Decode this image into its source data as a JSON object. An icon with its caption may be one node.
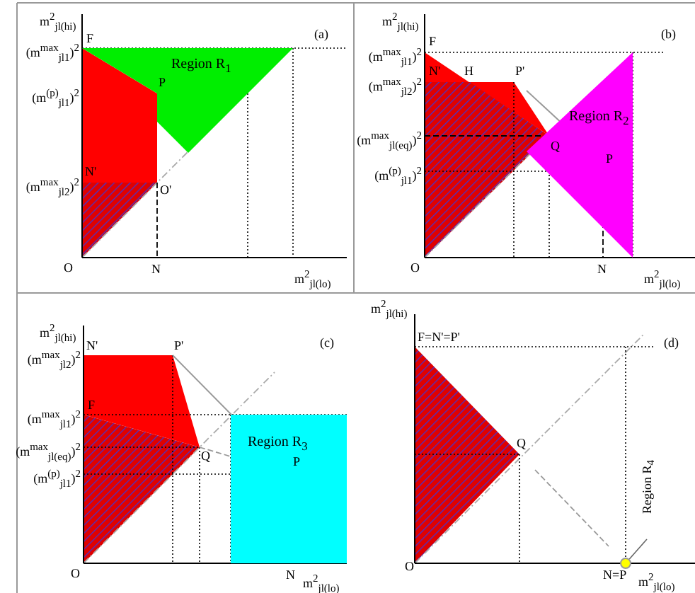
{
  "diagram": {
    "nodes": [
      {
        "text": [
          "Region R$_{1}$"
        ]
      },
      {
        "text": [
          "Region R$_{2}$"
        ]
      },
      {
        "text": [
          "Region R$_{3}$"
        ]
      },
      {
        "text": [
          "Region R$_{4}$"
        ]
      },
      {
        "text": [],
        "shape": "circle"
      }
    ],
    "edges": [
      {
        "from": 3,
        "to": 4,
        "arrow": "none"
      }
    ],
    "labels": [
      "m$^{2}$$_{jl(hi)}$",
      "F",
      "(a)",
      "(m$^{max}$$_{jl1}$)$^{2}$",
      "P",
      "(m$^{(p)}$$_{jl1}$)$^{2}$",
      "N'",
      "(m$^{max}$$_{jl2}$)$^{2}$",
      "O'",
      "O",
      "N",
      "m$^{2}$$_{jl(lo)}$",
      "m$^{2}$$_{jl(hi)}$",
      "(b)",
      "F",
      "(m$^{max}$$_{jl1}$)$^{2}$",
      "N'",
      "H",
      "P'",
      "(m$^{max}$$_{jl2}$)$^{2}$",
      "(m$^{max}$$_{jl(eq)}$)$^{2}$",
      "Q",
      "P",
      "(m$^{(p)}$$_{jl1}$)$^{2}$",
      "O",
      "N",
      "m$^{2}$$_{jl(lo)}$",
      "m$^{2}$$_{jl(hi)}$",
      "N'",
      "P'",
      "(c)",
      "(m$^{max}$$_{jl2}$)$^{2}$",
      "F",
      "(m$^{max}$$_{jl1}$)$^{2}$",
      "(m$^{max}$$_{jl(eq)}$)$^{2}$",
      "Q",
      "(m$^{(p)}$$_{jl1}$)$^{2}$",
      "P",
      "O",
      "N",
      "m$^{2}$$_{jl(lo)}$",
      "m$^{2}$$_{jl(hi)}$",
      "F=N'=P'",
      "(d)",
      "Q",
      "O",
      "N=P",
      "m$^{2}$$_{jl(lo)}$"
    ]
  }
}
